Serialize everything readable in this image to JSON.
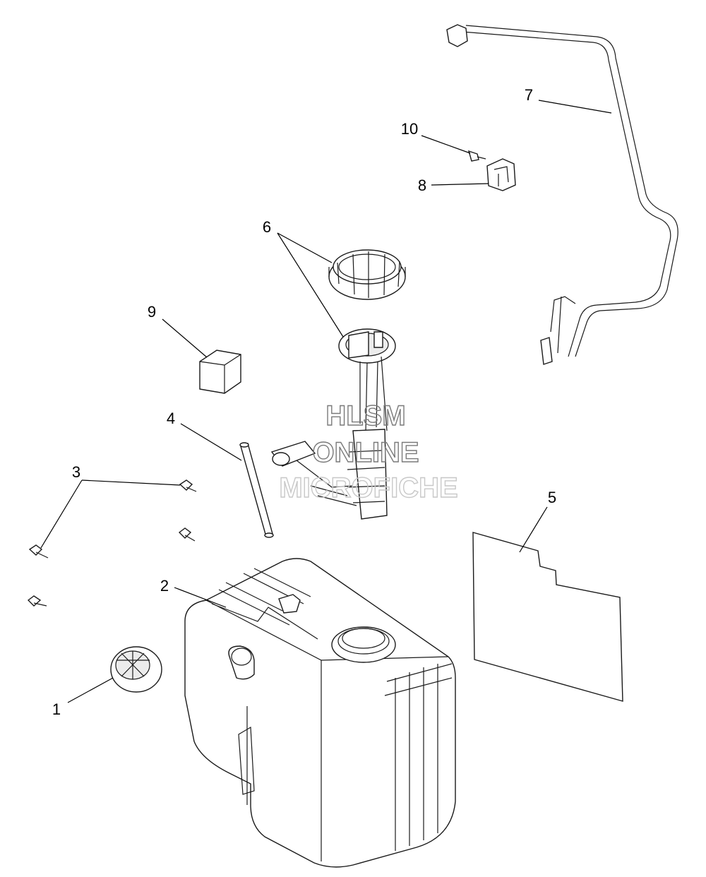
{
  "callouts": {
    "c1": "1",
    "c2": "2",
    "c3": "3",
    "c4": "4",
    "c5": "5",
    "c6": "6",
    "c7": "7",
    "c8": "8",
    "c9": "9",
    "c10": "10"
  },
  "watermark": {
    "line1": "HLSM",
    "line2": "ONLINE",
    "line3": "MICROFICHE"
  }
}
